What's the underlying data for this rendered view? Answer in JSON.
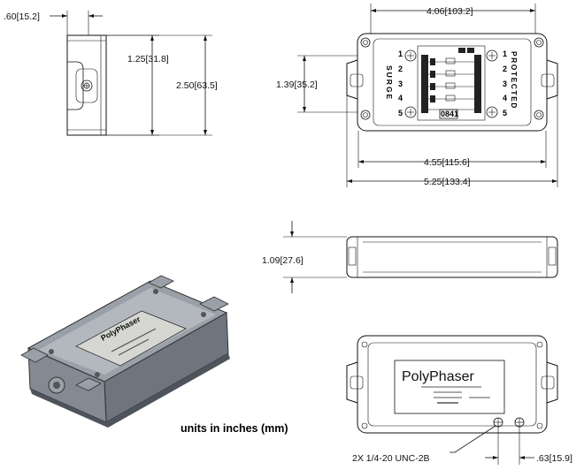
{
  "dimensions": {
    "side_width": ".60",
    "side_width_mm": "15.2",
    "hole_spacing": "1.25",
    "hole_spacing_mm": "31.8",
    "side_height": "2.50",
    "side_height_mm": "63.5",
    "box_width": "4.06",
    "box_width_mm": "103.2",
    "inner_height": "1.39",
    "inner_height_mm": "35.2",
    "mount_spacing": "4.55",
    "mount_spacing_mm": "115.6",
    "overall_length": "5.25",
    "overall_length_mm": "133.4",
    "front_height": "1.09",
    "front_height_mm": "27.6",
    "thread_offset": ".63",
    "thread_offset_mm": "15.9"
  },
  "labels": {
    "surge": "SURGE",
    "protected": "PROTECTED",
    "part_code": "0841",
    "brand": "PolyPhaser",
    "thread_callout": "2X 1/4-20 UNC-2B",
    "units_note": "units in inches (mm)"
  },
  "terminals": [
    "1",
    "2",
    "3",
    "4",
    "5"
  ]
}
